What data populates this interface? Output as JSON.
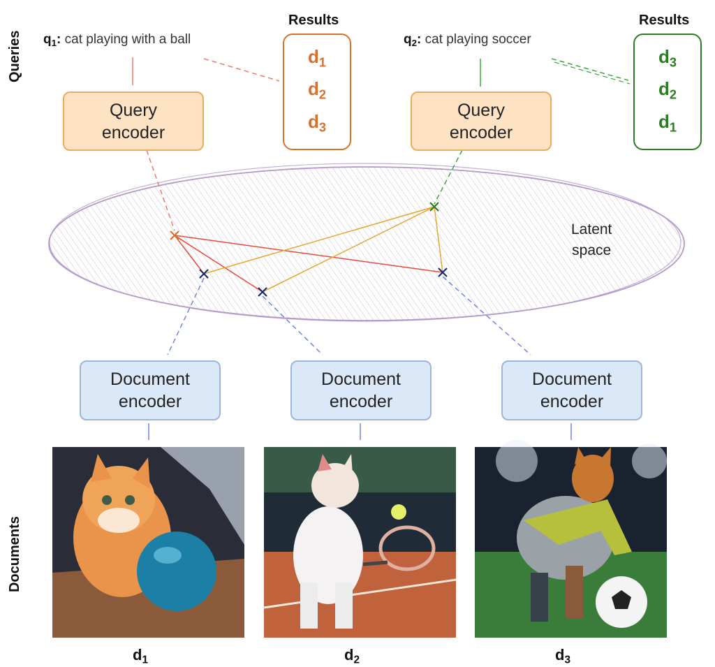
{
  "side_labels": {
    "queries": "Queries",
    "documents": "Documents"
  },
  "queries": [
    {
      "id": "q",
      "sub": "1",
      "text": "cat playing with a ball",
      "color": "#d9702b",
      "results_title": "Results",
      "results": [
        {
          "id": "d",
          "sub": "1"
        },
        {
          "id": "d",
          "sub": "2"
        },
        {
          "id": "d",
          "sub": "3"
        }
      ]
    },
    {
      "id": "q",
      "sub": "2",
      "text": "cat playing soccer",
      "color": "#2b7d22",
      "results_title": "Results",
      "results": [
        {
          "id": "d",
          "sub": "3"
        },
        {
          "id": "d",
          "sub": "2"
        },
        {
          "id": "d",
          "sub": "1"
        }
      ]
    }
  ],
  "query_encoder": {
    "line1": "Query",
    "line2": "encoder"
  },
  "document_encoder": {
    "line1": "Document",
    "line2": "encoder"
  },
  "latent_space": {
    "line1": "Latent",
    "line2": "space"
  },
  "documents": [
    {
      "id": "d",
      "sub": "1",
      "scene": "cat with blue ball"
    },
    {
      "id": "d",
      "sub": "2",
      "scene": "cat playing tennis"
    },
    {
      "id": "d",
      "sub": "3",
      "scene": "cat playing soccer"
    }
  ],
  "colors": {
    "query1": "#d9702b",
    "query2": "#2b7d22",
    "query_encoder_fill": "#fde3c4",
    "query_encoder_border": "#e8ad5e",
    "doc_encoder_fill": "#dbe8f8",
    "doc_encoder_border": "#9bb6d6",
    "latent_outline": "#b49ac8",
    "red_link": "#e64b3c",
    "orange_link": "#e6a52e",
    "doc_point": "#1c2a6b",
    "doc_dash": "#6f86e0"
  }
}
